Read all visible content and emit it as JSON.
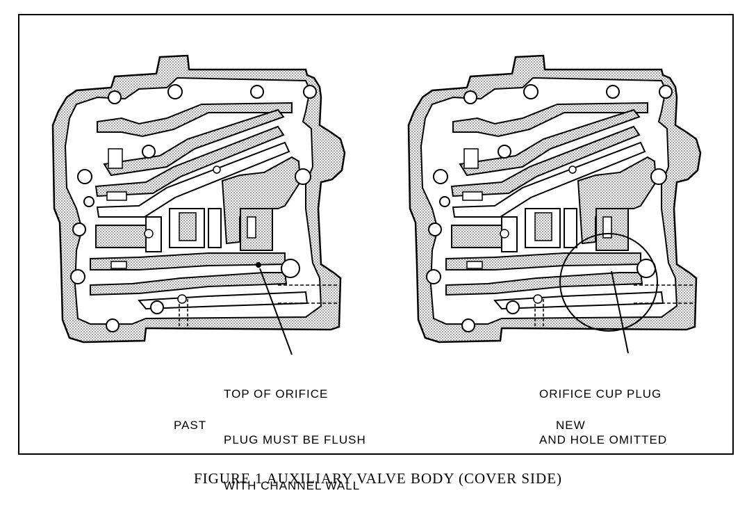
{
  "figure": {
    "caption": "FIGURE 1  AUXILIARY VALVE BODY (COVER SIDE)"
  },
  "panels": [
    {
      "label": "PAST",
      "callout": [
        "TOP OF ORIFICE",
        "PLUG MUST BE FLUSH",
        "WITH CHANNEL WALL"
      ]
    },
    {
      "label": "NEW",
      "callout": [
        "ORIFICE CUP PLUG",
        "AND HOLE OMITTED"
      ]
    }
  ],
  "colors": {
    "ink": "#000000",
    "stipple": "#b8b8b8",
    "paper": "#ffffff"
  }
}
